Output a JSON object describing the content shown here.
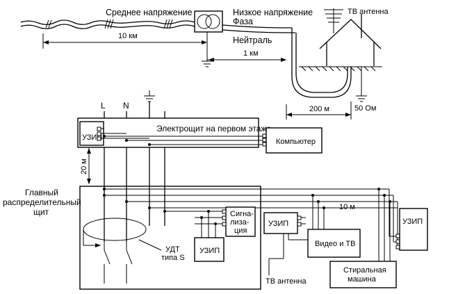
{
  "overhead": {
    "medium_voltage": "Среднее напряжение",
    "low_voltage": "Низкое напряжение",
    "phase": "Фаза",
    "neutral": "Нейтраль",
    "tv_antenna_roof": "ТВ антенна",
    "dist_10km": "10 км",
    "dist_1km": "1 км",
    "dist_200m": "200 м",
    "ground_resistance": "50 Ом"
  },
  "building": {
    "line_L": "L",
    "line_N": "N",
    "first_floor_panel": "Электрощит на первом этаже",
    "uzip": "УЗИП",
    "computer": "Компьютер",
    "dist_20m": "20 м",
    "main_panel": [
      "Главный",
      "распределительный",
      "щит"
    ],
    "alarm": [
      "Сигна-",
      "лиза-",
      "ция"
    ],
    "udt": [
      "УДТ",
      "типа S"
    ],
    "dist_10m": "10 м",
    "video_tv": "Видео и ТВ",
    "tv_antenna_cable": "ТВ антенна",
    "washing_machine": [
      "Стиральная",
      "машина"
    ]
  }
}
